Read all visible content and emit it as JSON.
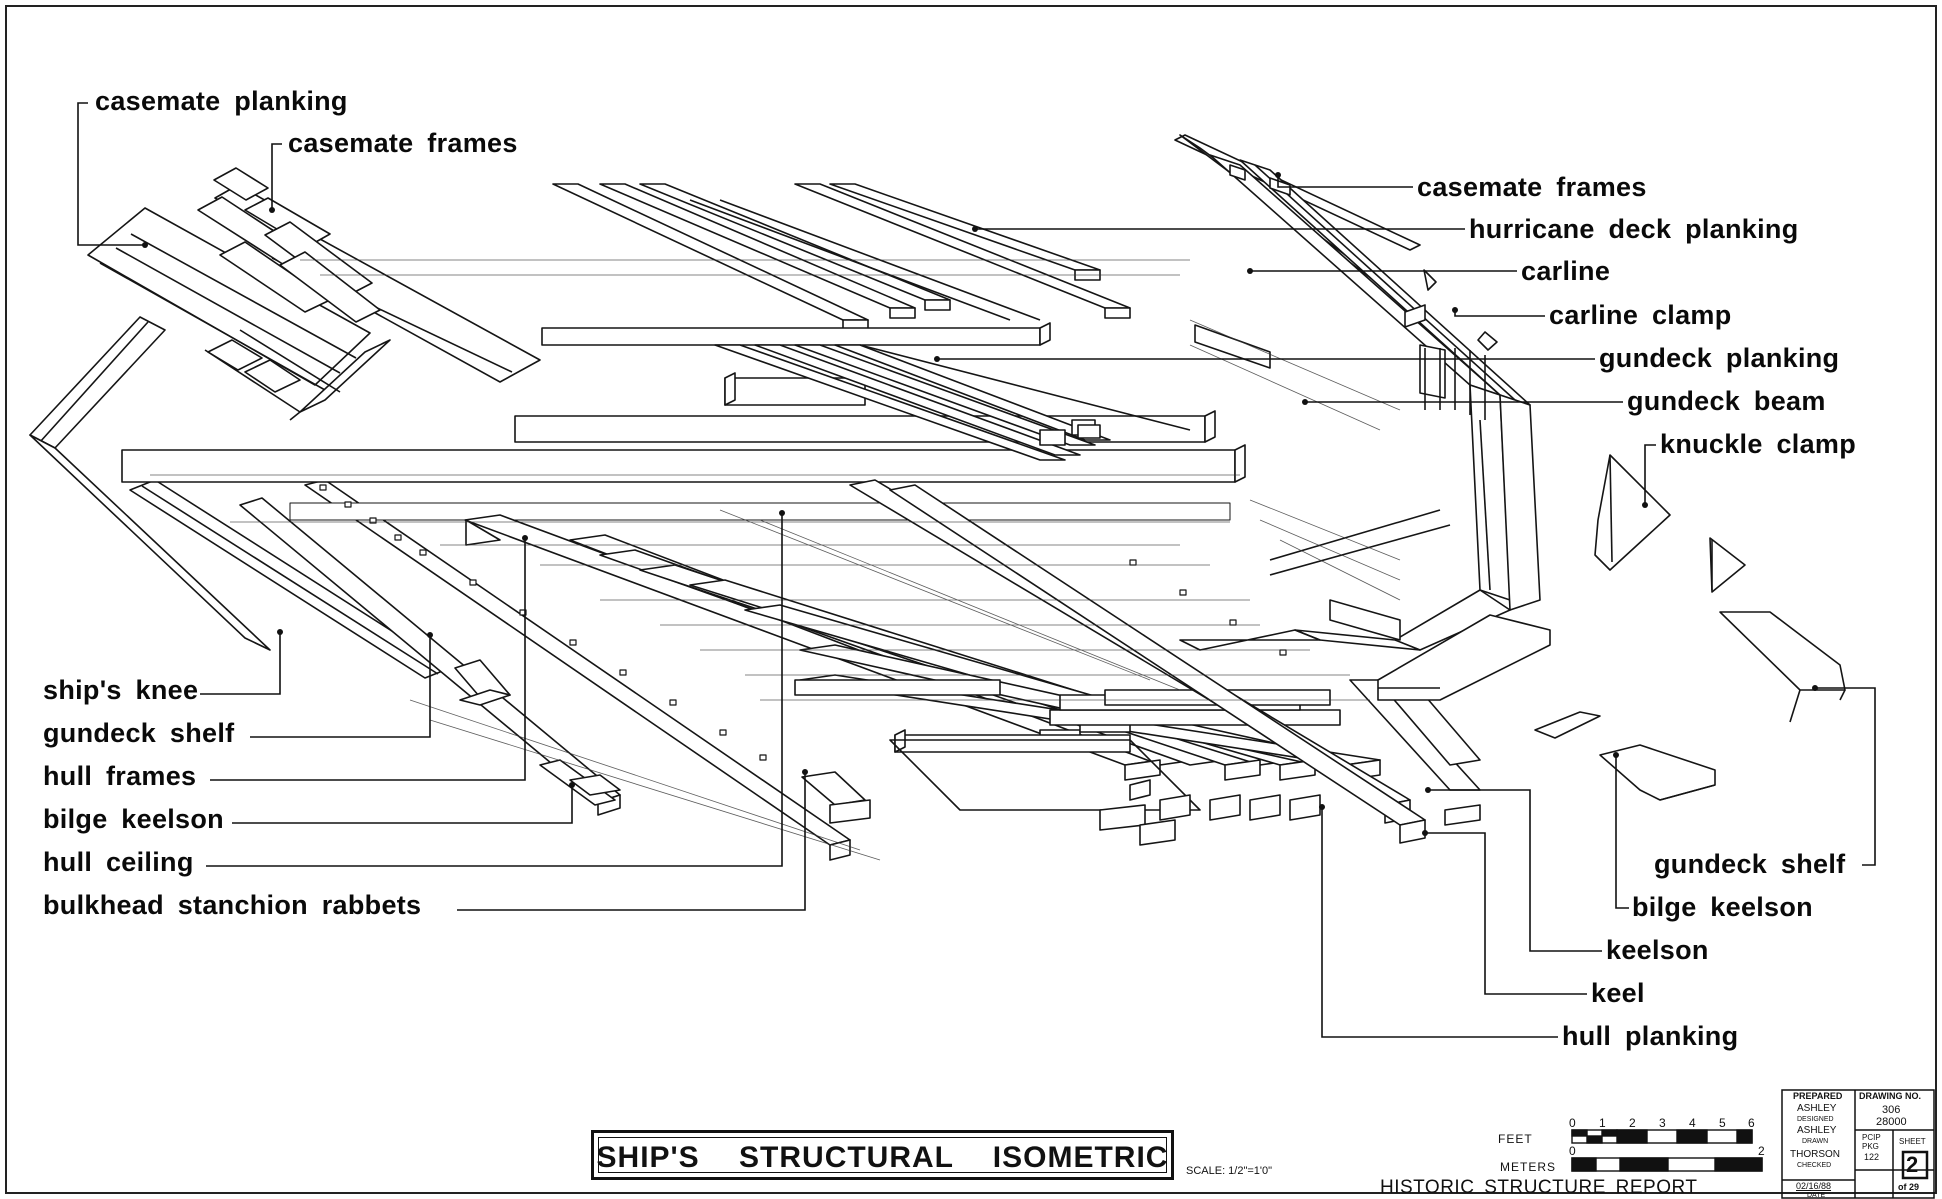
{
  "labels_left": {
    "casemate_planking": "casemate planking",
    "casemate_frames": "casemate frames",
    "ships_knee": "ship's knee",
    "gundeck_shelf": "gundeck shelf",
    "hull_frames": "hull frames",
    "bilge_keelson": "bilge keelson",
    "hull_ceiling": "hull ceiling",
    "bulkhead_stanchion_rabbets": "bulkhead stanchion rabbets"
  },
  "labels_right": {
    "casemate_frames": "casemate frames",
    "hurricane_deck_planking": "hurricane deck planking",
    "carline": "carline",
    "carline_clamp": "carline clamp",
    "gundeck_planking": "gundeck planking",
    "gundeck_beam": "gundeck beam",
    "knuckle_clamp": "knuckle clamp",
    "gundeck_shelf": "gundeck shelf",
    "bilge_keelson": "bilge keelson",
    "keelson": "keelson",
    "keel": "keel",
    "hull_planking": "hull planking"
  },
  "title_block": {
    "title": "SHIP'S STRUCTURAL ISOMETRIC",
    "scale": "SCALE: 1/2\"=1'0\"",
    "feet_label": "FEET",
    "meters_label": "METERS",
    "feet_ticks": [
      "0",
      "1",
      "2",
      "3",
      "4",
      "5",
      "6"
    ],
    "meters_ticks": [
      "0",
      "2"
    ],
    "report": "HISTORIC STRUCTURE REPORT"
  },
  "credits": {
    "prepared": "PREPARED",
    "designer_name": "ASHLEY",
    "designed": "DESIGNED",
    "drafter_name": "ASHLEY",
    "drawn": "DRAWN",
    "checker_name": "THORSON",
    "checked": "CHECKED",
    "date_value": "02/16/88",
    "date": "DATE",
    "drawing_no_label": "DRAWING NO.",
    "drawing_no_1": "306",
    "drawing_no_2": "28000",
    "pkg_label": "PCIP",
    "pkg_label_2": "PKG",
    "pkg_value": "122",
    "sheet_label": "SHEET",
    "sheet_number": "2",
    "of_sheets": "of 29"
  }
}
